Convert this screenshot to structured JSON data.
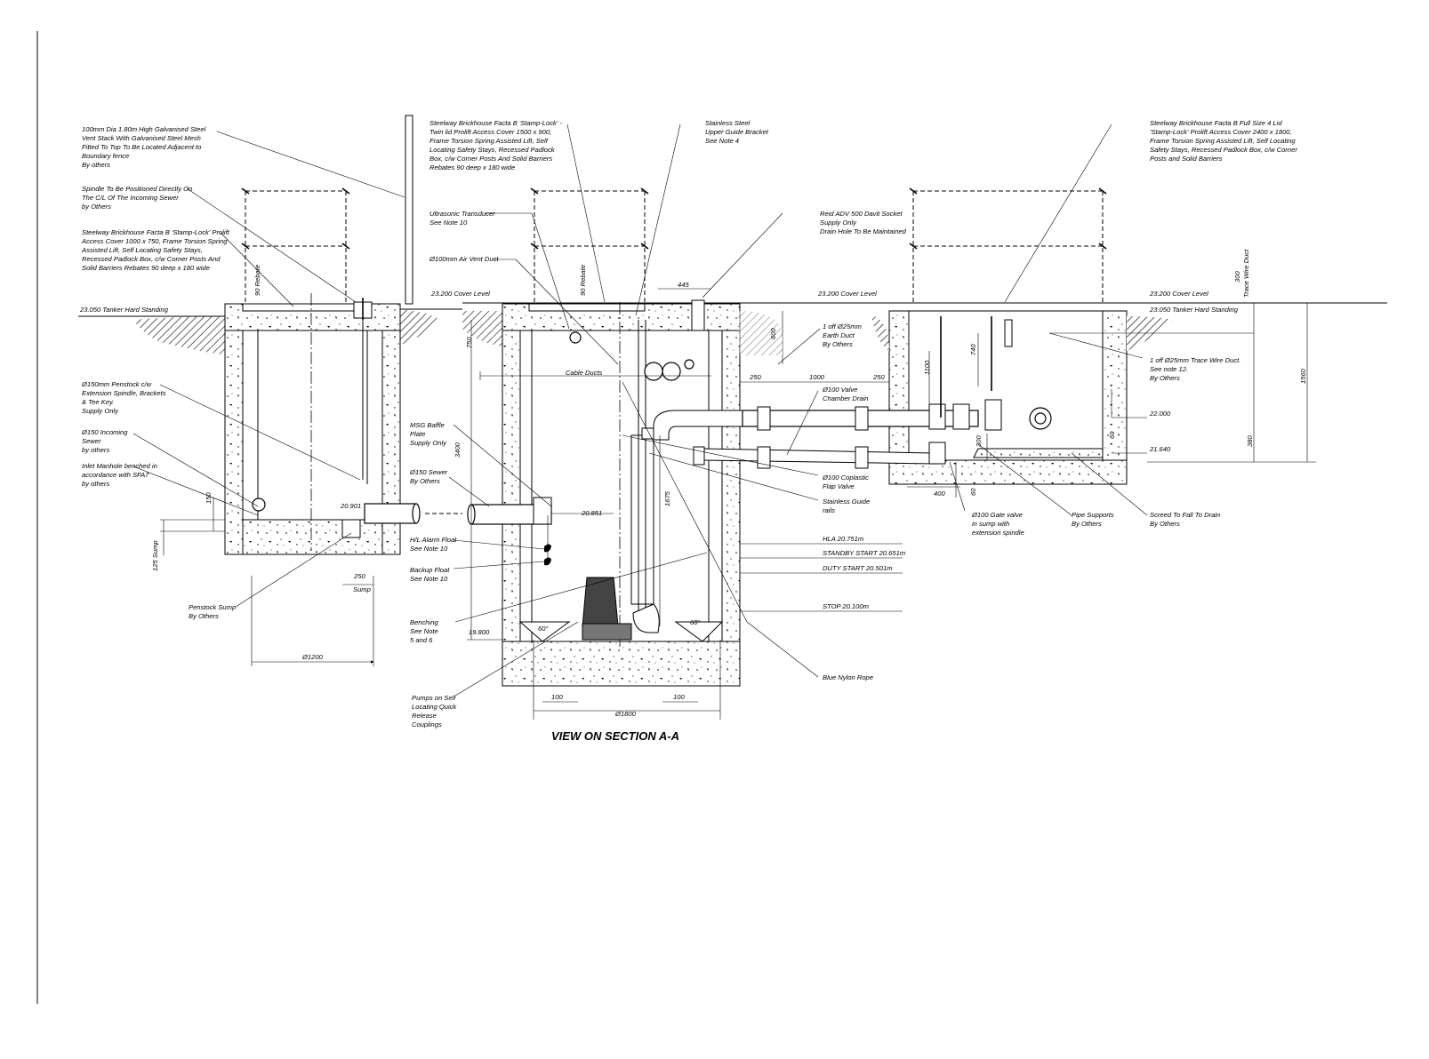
{
  "title": "VIEW ON SECTION A-A",
  "callouts": {
    "vent_stack": [
      "100mm Dia 1.80m High Galvanised  Steel",
      "Vent Stack With Galvanised Steel Mesh",
      "Fitted To Top To Be Located  Adjacent to",
      "Boundary fence",
      "By others"
    ],
    "spindle": [
      "Spindle To Be Positioned Directly On",
      "The C/L Of The Incoming Sewer",
      "by Others"
    ],
    "cover_1000": [
      "Steelway Brickhouse Facta B 'Stamp-Lock' Prolift",
      "Access Cover 1000 x 750, Frame  Torsion Spring",
      "Assisted Lift, Self Locating Safety Stays,",
      "Recessed Padlock Box, c/w Corner Posts And",
      "Solid Barriers Rebates 90 deep x 180 wide"
    ],
    "penstock": [
      "Ø150mm Penstock c/w",
      "Extension Spindle, Brackets",
      "& Tee Key.",
      "Supply Only"
    ],
    "incoming_sewer": [
      "Ø150 Incoming",
      "Sewer",
      "by others"
    ],
    "inlet_manhole": [
      "Inlet Manhole benched in",
      "accordance with SFA7",
      "by others"
    ],
    "penstock_sump": [
      "Penstock Sump",
      "By Others"
    ],
    "cover_1500": [
      "Steelway Brickhouse Facta B  'Stamp-Lock' -",
      "Twin lid  Prolift Access Cover 1500 x 900,",
      "Frame  Torsion Spring Assisted Lift, Self",
      "Locating Safety Stays, Recessed Padlock",
      "Box, c/w Corner Posts And Solid Barriers",
      "Rebates 90 deep x 180 wide"
    ],
    "guide_bracket": [
      "Stainless Steel",
      "Upper Guide Bracket",
      "See Note 4"
    ],
    "ultrasonic": [
      "Ultrasonic Transducer",
      "See Note 10"
    ],
    "air_vent": [
      "Ø100mm Air Vent Duct"
    ],
    "davit": [
      "Reid ADV 500 Davit Socket",
      "Supply Only",
      "Drain Hole To Be Maintained"
    ],
    "cover_2400": [
      "Steelway Brickhouse Facta B Full Size 4 Lid",
      "'Stamp-Lock' Prolift Access Cover 2400 x 1800,",
      "Frame  Torsion Spring Assisted Lift, Self Locating",
      "Safety Stays, Recessed Padlock Box, c/w Corner",
      "Posts and Solid Barriers"
    ],
    "earth_duct": [
      "1 off Ø25mm",
      "Earth Duct",
      "By Others"
    ],
    "trace_wire": [
      "1 off Ø25mm Trace Wire Duct.",
      "See note 12.",
      "By Others"
    ],
    "valve_drain": [
      "Ø100 Valve",
      "Chamber Drain"
    ],
    "msg_baffle": [
      "MSG Baffle",
      "Plate",
      "Supply Only"
    ],
    "sewer_150": [
      "Ø150 Sewer",
      "By Others"
    ],
    "flap_valve": [
      "Ø100 Coplastic",
      "Flap Valve"
    ],
    "guide_rails": [
      "Stainless Guide",
      "rails"
    ],
    "gate_valve": [
      "Ø100 Gate valve",
      "in sump with",
      "extension spindle"
    ],
    "pipe_supports": [
      "Pipe Supports",
      "By Others"
    ],
    "screed": [
      "Screed To Fall To Drain",
      "By Others"
    ],
    "hl_alarm": [
      "H/L Alarm Float",
      "See Note 10"
    ],
    "backup_float": [
      "Backup Float",
      "See Note 10"
    ],
    "benching": [
      "Benching",
      "See Note",
      "5 and 6"
    ],
    "pumps": [
      "Pumps on Self",
      "Locating Quick",
      "Release",
      "Couplings"
    ],
    "rope": [
      "Blue Nylon Rope"
    ],
    "cable_ducts": [
      "Cable Ducts"
    ]
  },
  "levels": {
    "tanker_left": "23.050 Tanker Hard Standing",
    "cover_mid": "23.200 Cover Level",
    "cover_centre": "23.200 Cover Level",
    "cover_right": "23.200 Cover Level",
    "tanker_right": "23.050 Tanker Hard Standing",
    "inlet_invert": "20.901",
    "sewer_invert": "20.851",
    "base": "19.800",
    "pipe_level": "22.000",
    "chamber_floor": "21.640",
    "hla": "HLA  20.751m",
    "standby": "STANDBY START  20.651m",
    "duty": "DUTY START  20.501m",
    "stop": "STOP  20.100m"
  },
  "dimensions": {
    "rebate_left": "90 Rebate",
    "rebate_mid": "90 Rebate",
    "d445": "445",
    "d150": "150",
    "sump125": "125 Sump",
    "d250_sump": "250",
    "sump_label": "Sump",
    "d1200": "Ø1200",
    "d750": "750",
    "d3400": "3400",
    "d1675": "1675",
    "d600": "600",
    "d250a": "250",
    "d1000": "1000",
    "d250b": "250",
    "d1100": "1100",
    "d740": "740",
    "d300v": "300",
    "d400": "400",
    "d60a": "60",
    "d60b": "60",
    "d380": "380",
    "d1560": "1560",
    "d300_trace": "300",
    "trace_duct": "Trace Wire Duct",
    "d100a": "100",
    "d100b": "100",
    "d1800": "Ø1800",
    "ang60a": "60°",
    "ang60b": "60°"
  }
}
